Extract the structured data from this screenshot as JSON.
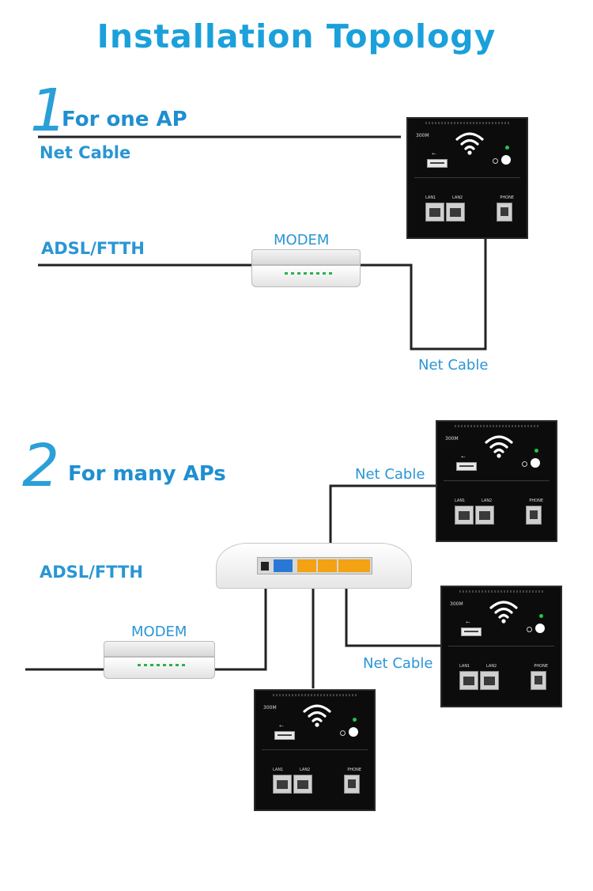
{
  "title": "Installation Topology",
  "section1": {
    "number": "1",
    "heading": "For one AP",
    "net_cable_top": "Net Cable",
    "adsl": "ADSL/FTTH",
    "modem": "MODEM",
    "net_cable_bottom": "Net Cable"
  },
  "section2": {
    "number": "2",
    "heading": "For many APs",
    "adsl": "ADSL/FTTH",
    "modem": "MODEM",
    "net_cable_top": "Net Cable",
    "net_cable_mid": "Net Cable"
  },
  "ap_panel": {
    "model": "300M",
    "lan1": "LAN1",
    "lan2": "LAN2",
    "phone": "PHONE",
    "usb_symbol": "⭠",
    "power_symbol": "⏻"
  },
  "colors": {
    "accent": "#1aa0db",
    "wire": "#222222",
    "wan_port": "#2a78d6",
    "lan_port": "#f2a212",
    "led": "#29c24a"
  }
}
